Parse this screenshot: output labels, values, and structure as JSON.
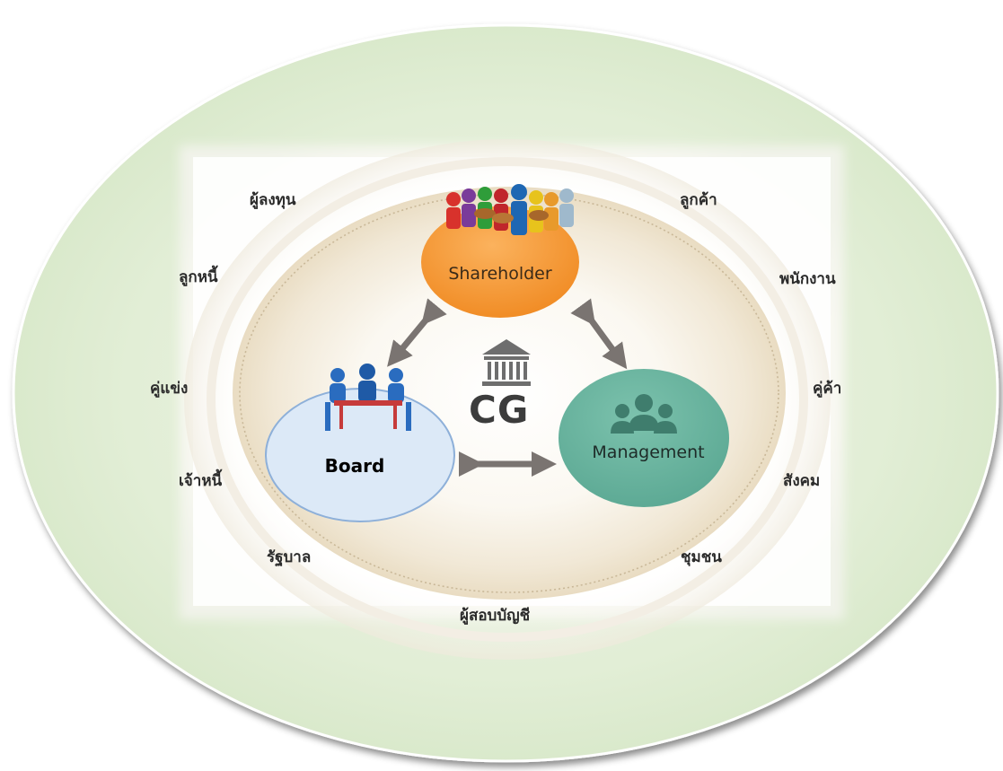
{
  "center": {
    "label": "CG",
    "icon": "bank-building-icon"
  },
  "nodes": {
    "shareholder": {
      "label": "Shareholder",
      "icon": "shareholders-group-icon",
      "color": "#f6912c"
    },
    "board": {
      "label": "Board",
      "icon": "board-meeting-icon",
      "color": "#dce9f7"
    },
    "management": {
      "label": "Management",
      "icon": "people-group-icon",
      "color": "#6db5a1"
    }
  },
  "stakeholders": {
    "investor": "ผู้ลงทุน",
    "customer": "ลูกค้า",
    "debtor": "ลูกหนี้",
    "employee": "พนักงาน",
    "competitor": "คู่แข่ง",
    "supplier": "คู่ค้า",
    "creditor": "เจ้าหนี้",
    "society": "สังคม",
    "government": "รัฐบาล",
    "community": "ชุมชน",
    "auditor": "ผู้สอบบัญชี"
  },
  "colors": {
    "outer_oval": "#dfecd3",
    "inner_disc": "#eee4cd",
    "arrow": "#7a7471"
  }
}
